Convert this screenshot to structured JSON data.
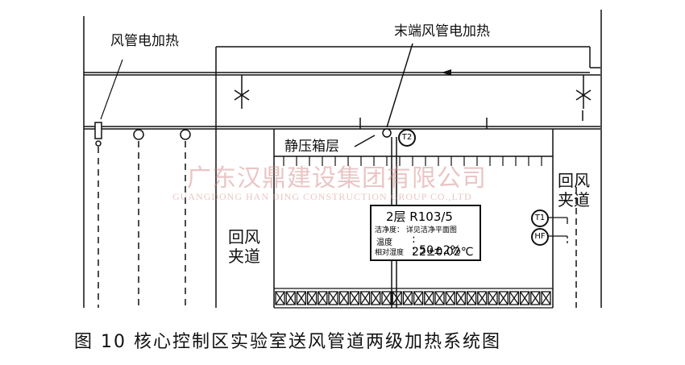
{
  "labels": {
    "duct_heater": "风管电加热",
    "terminal_duct_heater": "末端风管电加热",
    "plenum_layer": "静压箱层",
    "return_air_corridor_left_l1": "回风",
    "return_air_corridor_left_l2": "夹道",
    "return_air_corridor_right_l1": "回风",
    "return_air_corridor_right_l2": "夹道"
  },
  "room_tag": {
    "floor_room": "2层 R103/5",
    "cleanliness": "洁净度：  详见洁净平面图",
    "temperature_label": "温度",
    "temperature_value": ":  22±0.02℃",
    "humidity_label": "相对湿度",
    "humidity_value": ":  50±2%"
  },
  "sensors": {
    "t1": "T1",
    "hf": "HF",
    "t2": "T2"
  },
  "watermark": {
    "cn": "广东汉鼎建设集团有限公司",
    "en": "GUANGDONG HAN DING CONSTRUCTION GROUP CO.,LTD"
  },
  "caption": "图 10   核心控制区实验室送风管道两级加热系统图",
  "colors": {
    "line": "#111111",
    "watermark": "#d48080"
  }
}
